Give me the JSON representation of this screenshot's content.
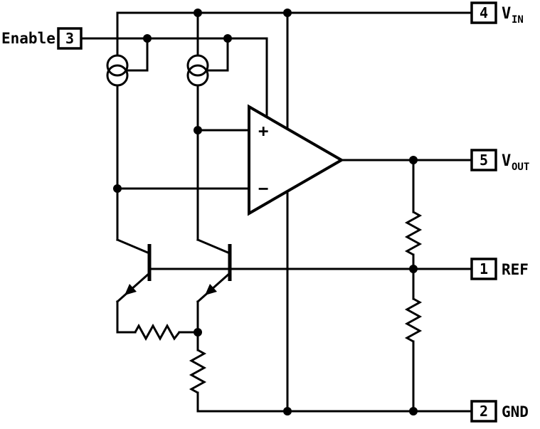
{
  "diagram": {
    "description": "Voltage regulator internal functional block diagram",
    "background_color": "#ffffff",
    "line_color": "#000000",
    "pins": {
      "enable": {
        "number": "3",
        "label": "Enable"
      },
      "vin": {
        "number": "4",
        "label": "V",
        "sub": "IN"
      },
      "vout": {
        "number": "5",
        "label": "V",
        "sub": "OUT"
      },
      "ref": {
        "number": "1",
        "label": "REF"
      },
      "gnd": {
        "number": "2",
        "label": "GND"
      }
    },
    "amplifier": {
      "plus": "+",
      "minus": "−"
    },
    "symbols": [
      "current-source",
      "current-source",
      "npn-transistor",
      "npn-transistor",
      "resistor",
      "resistor",
      "resistor",
      "resistor",
      "error-amplifier"
    ]
  }
}
